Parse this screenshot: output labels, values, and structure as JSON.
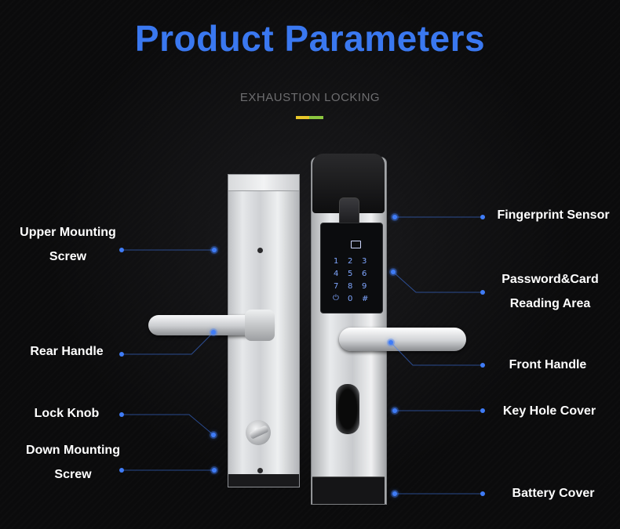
{
  "header": {
    "title": "Product Parameters",
    "subtitle": "EXHAUSTION LOCKING"
  },
  "colors": {
    "title": "#3a78f0",
    "connector": "#3f7cf7",
    "accent_yellow": "#e8c72a",
    "accent_green": "#8cc63f"
  },
  "keypad": {
    "keys": [
      "1",
      "2",
      "3",
      "4",
      "5",
      "6",
      "7",
      "8",
      "9",
      "0",
      "#"
    ],
    "icons": [
      "card-reader-icon",
      "power-icon"
    ]
  },
  "labels": {
    "upper_mounting": [
      "Upper Mounting",
      "Screw"
    ],
    "rear_handle": "Rear Handle",
    "lock_knob": "Lock Knob",
    "down_mounting": [
      "Down Mounting",
      "Screw"
    ],
    "fingerprint_sensor": "Fingerprint Sensor",
    "password_card": [
      "Password&Card",
      "Reading Area"
    ],
    "front_handle": "Front Handle",
    "key_hole_cover": "Key Hole Cover",
    "battery_cover": "Battery Cover"
  }
}
